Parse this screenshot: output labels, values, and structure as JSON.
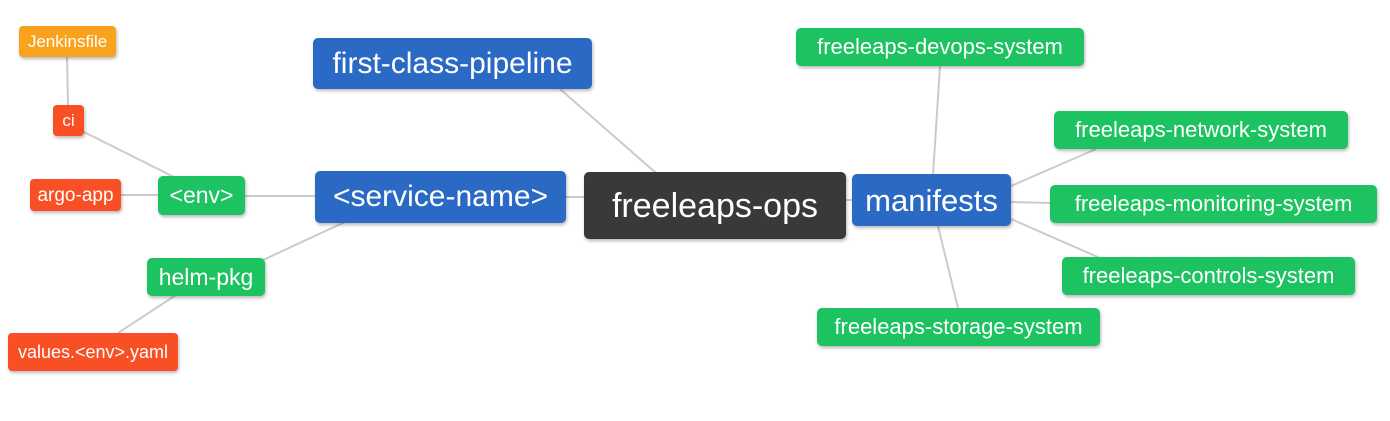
{
  "diagram": {
    "type": "mindmap",
    "root": "freeleaps_ops",
    "nodes": {
      "jenkinsfile": {
        "label": "Jenkinsfile",
        "color": "orange"
      },
      "ci": {
        "label": "ci",
        "color": "red"
      },
      "argo_app": {
        "label": "argo-app",
        "color": "red"
      },
      "env": {
        "label": "<env>",
        "color": "green"
      },
      "service_name": {
        "label": "<service-name>",
        "color": "blue"
      },
      "first_class_pipeline": {
        "label": "first-class-pipeline",
        "color": "blue"
      },
      "freeleaps_ops": {
        "label": "freeleaps-ops",
        "color": "dark"
      },
      "manifests": {
        "label": "manifests",
        "color": "blue"
      },
      "devops_system": {
        "label": "freeleaps-devops-system",
        "color": "green"
      },
      "network_system": {
        "label": "freeleaps-network-system",
        "color": "green"
      },
      "monitoring_system": {
        "label": "freeleaps-monitoring-system",
        "color": "green"
      },
      "controls_system": {
        "label": "freeleaps-controls-system",
        "color": "green"
      },
      "storage_system": {
        "label": "freeleaps-storage-system",
        "color": "green"
      },
      "helm_pkg": {
        "label": "helm-pkg",
        "color": "green"
      },
      "values_yaml": {
        "label": "values.<env>.yaml",
        "color": "red"
      }
    },
    "edges": [
      [
        "jenkinsfile",
        "ci"
      ],
      [
        "ci",
        "env"
      ],
      [
        "argo_app",
        "env"
      ],
      [
        "env",
        "service_name"
      ],
      [
        "helm_pkg",
        "service_name"
      ],
      [
        "values_yaml",
        "helm_pkg"
      ],
      [
        "service_name",
        "freeleaps_ops"
      ],
      [
        "first_class_pipeline",
        "freeleaps_ops"
      ],
      [
        "freeleaps_ops",
        "manifests"
      ],
      [
        "manifests",
        "devops_system"
      ],
      [
        "manifests",
        "network_system"
      ],
      [
        "manifests",
        "monitoring_system"
      ],
      [
        "manifests",
        "controls_system"
      ],
      [
        "manifests",
        "storage_system"
      ]
    ]
  },
  "palette": {
    "orange": "#F9A21D",
    "red": "#F94F25",
    "green": "#1DC261",
    "blue": "#2A69C4",
    "dark": "#3B3937",
    "edge": "#CBCBCB",
    "text": "#FFFFFF",
    "bg": "#FFFFFF"
  }
}
